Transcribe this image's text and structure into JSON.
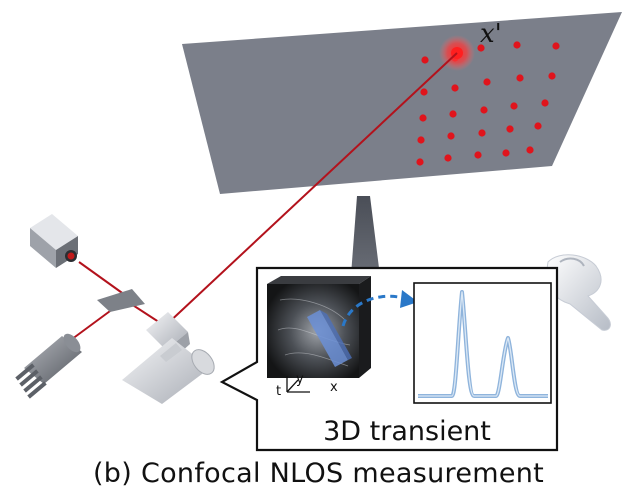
{
  "labels": {
    "scan_point": "x'",
    "inset_title": "3D transient",
    "axis_t": "t",
    "axis_y": "y",
    "axis_x": "x",
    "caption": "(b) Confocal NLOS measurement"
  },
  "colors": {
    "wall": "#7b7f8a",
    "laser": "#b3121c",
    "scan_dot": "#e0141c",
    "transient_line": "#8fb4dc",
    "arrow": "#2a78c8",
    "hidden_object": "#6b8fd6"
  },
  "icons": {
    "arrow": "curved-arrow-icon"
  }
}
